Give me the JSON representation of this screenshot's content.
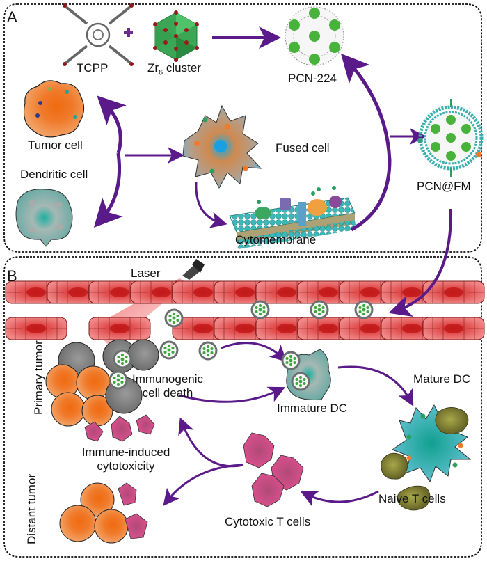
{
  "figure": {
    "panel_a": {
      "letter": "A",
      "labels": {
        "tcpp": "TCPP",
        "zr6_main": "Zr",
        "zr6_sub": "6",
        "zr6_rest": " cluster",
        "pcn224": "PCN-224",
        "tumor_cell": "Tumor cell",
        "dendritic_cell": "Dendritic cell",
        "fused_cell": "Fused cell",
        "cytomembrane": "Cytomembrane",
        "pcn_fm": "PCN@FM"
      },
      "plus_symbol": "+"
    },
    "panel_b": {
      "letter": "B",
      "labels": {
        "laser": "Laser",
        "primary_tumor": "Primary tumor",
        "distant_tumor": "Distant tumor",
        "icd_line1": "Immunogenic",
        "icd_line2": "cell death",
        "immature_dc": "Immature DC",
        "mature_dc": "Mature DC",
        "naive_t": "Naive T cells",
        "cytotoxic_t": "Cytotoxic T cells",
        "iic_line1": "Immune-induced",
        "iic_line2": "cytotoxicity"
      }
    },
    "colors": {
      "arrow": "#5b1a8a",
      "tumor": "#f08a3c",
      "tumor_nucleus": "#f06a10",
      "dc": "#5fb8b0",
      "fused": "#6ec0e0",
      "rbc": "#e86a6a",
      "zr": "#2f9e48",
      "tcell": "#d84f88",
      "naive": "#6b6a2a",
      "laser_beam": "#f07070"
    }
  }
}
